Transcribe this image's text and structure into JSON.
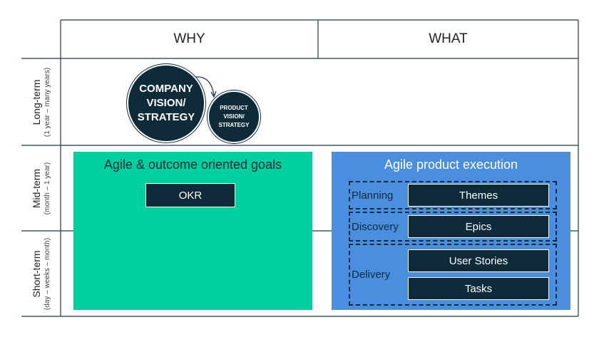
{
  "headers": {
    "why": "WHY",
    "what": "WHAT"
  },
  "rows": {
    "long": {
      "label": "Long-term",
      "sub": "(1 year  –  many years)"
    },
    "mid": {
      "label": "Mid-term",
      "sub": "(month  –  1 year)"
    },
    "short": {
      "label": "Short-term",
      "sub": "(day – weeks – month)"
    }
  },
  "vision": {
    "company_line1": "COMPANY",
    "company_line2": "VISION/",
    "company_line3": "STRATEGY",
    "product_line1": "PRODUCT",
    "product_line2": "VISION/",
    "product_line3": "STRATEGY"
  },
  "goals": {
    "title": "Agile & outcome oriented goals",
    "okr": "OKR"
  },
  "execution": {
    "title": "Agile product execution",
    "planning": "Planning",
    "themes": "Themes",
    "discovery": "Discovery",
    "epics": "Epics",
    "delivery": "Delivery",
    "user_stories": "User Stories",
    "tasks": "Tasks"
  },
  "colors": {
    "dark": "#0f2b3a",
    "green": "#00cfa0",
    "blue": "#4a8fdf",
    "grid": "#1f3a48"
  }
}
